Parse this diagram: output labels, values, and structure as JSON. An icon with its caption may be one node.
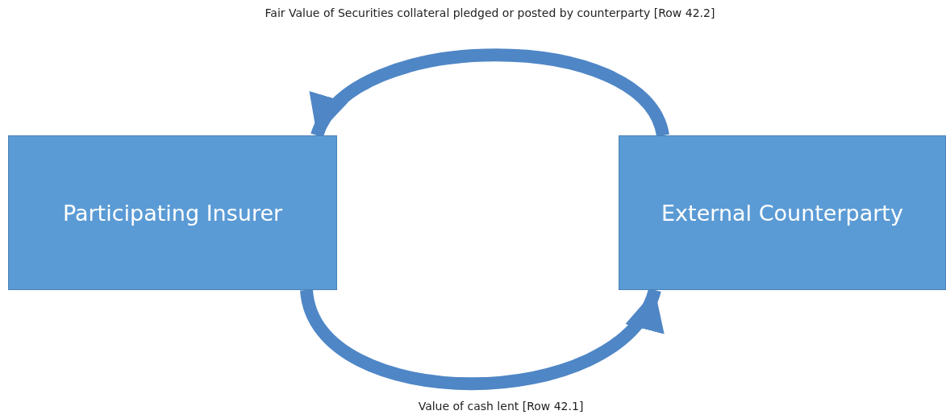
{
  "diagram": {
    "nodes": [
      {
        "text": [
          "Participating Insurer"
        ]
      },
      {
        "text": [
          "External Counterparty"
        ]
      }
    ],
    "edges": [
      {
        "from": 1,
        "to": 0,
        "arrow": "to",
        "label": "Fair Value of Securities collateral pledged or posted by counterparty [Row 42.2]"
      },
      {
        "from": 0,
        "to": 1,
        "arrow": "to",
        "label": "Value of cash lent [Row 42.1]"
      }
    ]
  }
}
